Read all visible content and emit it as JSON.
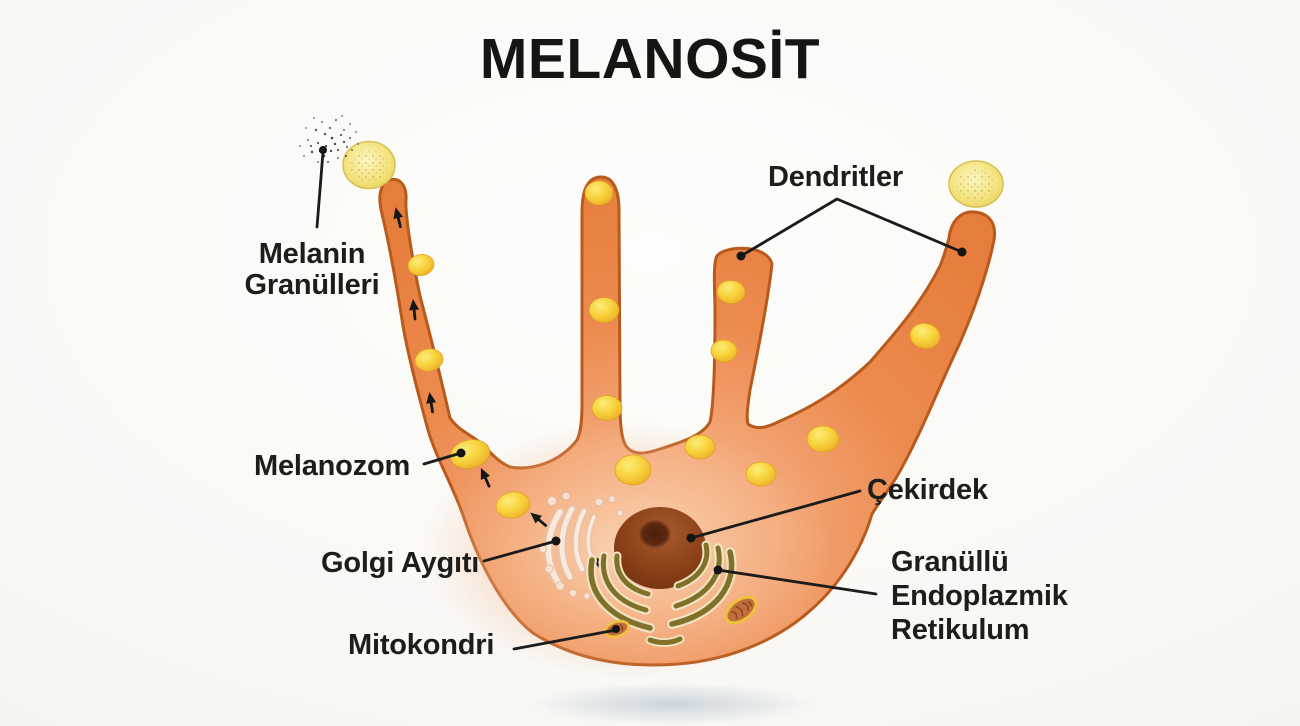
{
  "title": "MELANOSİT",
  "labels": {
    "dendrites": {
      "text": "Dendritler"
    },
    "melanin_granules": {
      "lines": [
        "Melanin",
        "Granülleri"
      ]
    },
    "melanosome": {
      "text": "Melanozom"
    },
    "golgi": {
      "text": "Golgi Aygıtı"
    },
    "mitochondrion": {
      "text": "Mitokondri"
    },
    "nucleus": {
      "text": "Çekirdek"
    },
    "rough_er": {
      "lines": [
        "Granüllü",
        "Endoplazmik",
        "Retikulum"
      ]
    }
  },
  "colors": {
    "background": "#F8F7F4",
    "cell_fill": "#EC8A4E",
    "cell_fill_light": "#F8C49E",
    "cell_outline": "#B85A1C",
    "granule_yellow": "#F7CC3F",
    "granule_highlight": "#FDE96A",
    "tip_ball_fill": "#F4E584",
    "nucleus_brown": "#8E4219",
    "nucleolus_brown": "#57230C",
    "er_band_olive": "#80702A",
    "er_outline_cream": "#EFE2BE",
    "golgi_cream": "#F6E0CF",
    "mitochondria_ring": "#EFC23C",
    "mitochondria_fill": "#C06F3C",
    "pointer_line": "#1B1B1B",
    "label_text": "#1E1D1B",
    "ground_shadow": "#BCC8D2"
  }
}
